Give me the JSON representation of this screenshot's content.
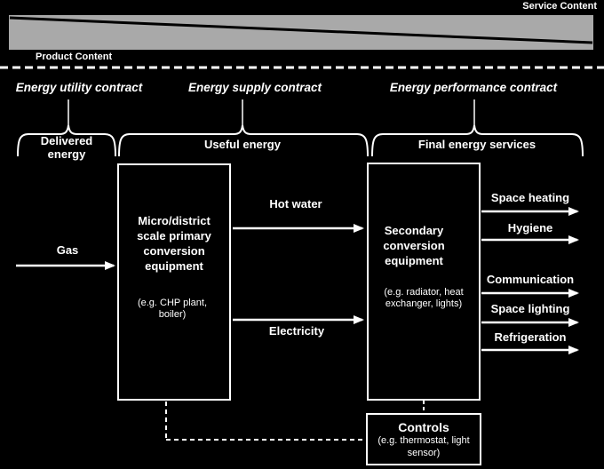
{
  "colors": {
    "background": "#000000",
    "text": "#ffffff",
    "bar_fill": "#a9a9a9",
    "diagonal_line": "#000000"
  },
  "header": {
    "service_label": "Service Content",
    "product_label": "Product Content"
  },
  "contract_row": {
    "items": [
      "Energy utility contract",
      "Energy supply contract",
      "Energy performance contract"
    ]
  },
  "sections": {
    "items": [
      "Delivered energy",
      "Useful energy",
      "Final energy services"
    ]
  },
  "diagram": {
    "input_label": "Gas",
    "primary_box": {
      "title": "Micro/district scale primary conversion equipment",
      "note": "(e.g. CHP plant, boiler)"
    },
    "carriers": [
      "Hot water",
      "Electricity"
    ],
    "secondary_box": {
      "title": "Secondary conversion equipment",
      "note": "(e.g. radiator, heat exchanger, lights)"
    },
    "outputs": [
      "Space heating",
      "Hygiene",
      "Communication",
      "Space lighting",
      "Refrigeration"
    ],
    "controls_box": {
      "title": "Controls",
      "note": "(e.g. thermostat, light sensor)"
    }
  }
}
